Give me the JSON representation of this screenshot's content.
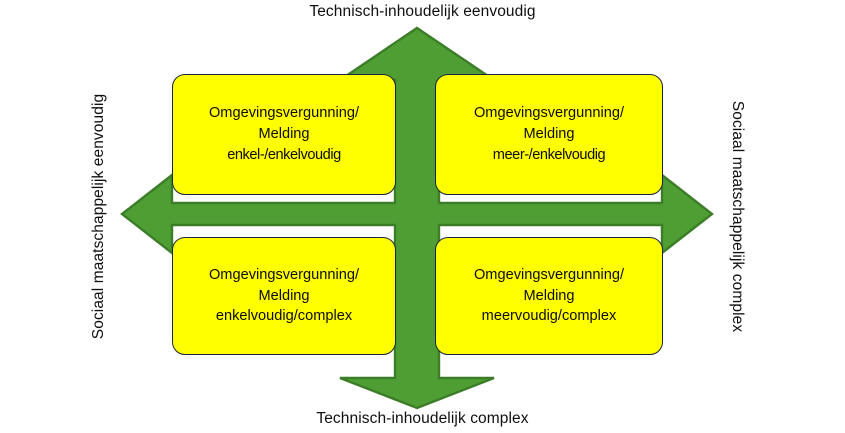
{
  "diagram": {
    "title_top": "Technisch-inhoudelijk eenvoudig",
    "title_bottom": "Technisch-inhoudelijk complex",
    "title_left": "Sociaal maatschappelijk eenvoudig",
    "title_right": "Sociaal maatschappelijk complex",
    "colors": {
      "arrow_fill": "#4e9e34",
      "arrow_stroke": "#3c7d28",
      "box_fill": "#ffff00",
      "box_border": "#19263f",
      "background": "#ffffff",
      "text": "#0d0d0d"
    },
    "arrow_icon_name": "four-way-cross-arrow"
  },
  "quadrants": [
    {
      "id": "top-left",
      "line1": "Omgevingsvergunning/",
      "line2": "Melding",
      "line3": "enkel-/enkelvoudig"
    },
    {
      "id": "top-right",
      "line1": "Omgevingsvergunning/",
      "line2": "Melding",
      "line3": "meer-/enkelvoudig"
    },
    {
      "id": "bottom-left",
      "line1": "Omgevingsvergunning/",
      "line2": "Melding",
      "line3": "enkelvoudig/complex"
    },
    {
      "id": "bottom-right",
      "line1": "Omgevingsvergunning/",
      "line2": "Melding",
      "line3": "meervoudig/complex"
    }
  ]
}
